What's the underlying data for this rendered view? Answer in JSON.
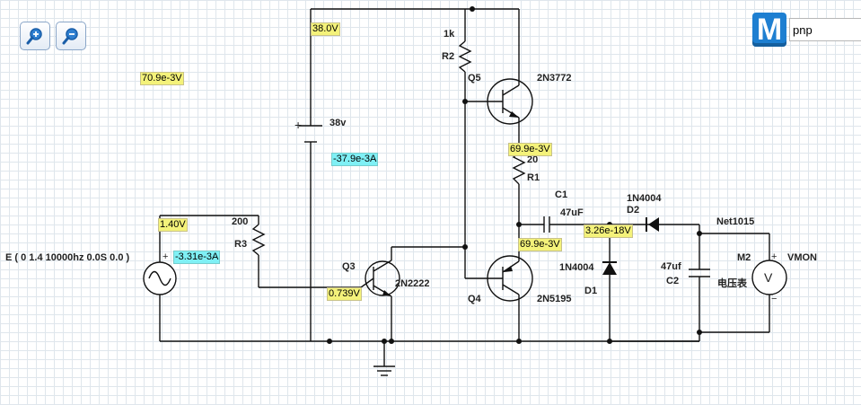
{
  "toolbar": {
    "zoom_in_icon": "zoom-in-icon",
    "zoom_out_icon": "zoom-out-icon"
  },
  "logo": {
    "text": "M"
  },
  "search": {
    "value": "pnp"
  },
  "probes": {
    "v_top": "38.0V",
    "v_float": "70.9e-3V",
    "i_battery": "-37.9e-3A",
    "v_source": "1.40V",
    "i_source": "-3.31e-3A",
    "v_q3_base": "0.739V",
    "v_r1_top": "69.9e-3V",
    "v_q4": "69.9e-3V",
    "v_d2": "3.26e-18V"
  },
  "components": {
    "r2_value": "1k",
    "r2_name": "R2",
    "q5_name": "Q5",
    "q5_model": "2N3772",
    "battery_value": "38v",
    "r1_value": "20",
    "r1_name": "R1",
    "c1_name": "C1",
    "c1_value": "47uF",
    "d2_model": "1N4004",
    "d2_name": "D2",
    "net_label": "Net1015",
    "r3_value": "200",
    "r3_name": "R3",
    "source_label": "E ( 0 1.4 10000hz 0.0S 0.0 )",
    "q3_name": "Q3",
    "q3_model": "2N2222",
    "d1_model": "1N4004",
    "d1_name": "D1",
    "q4_name": "Q4",
    "q4_model": "2N5195",
    "c2_value": "47uf",
    "c2_name": "C2",
    "m2_name": "M2",
    "vmon": "VMON",
    "meter_label": "电压表",
    "meter_symbol": "V",
    "plus": "+",
    "minus": "−",
    "batt_plus": "+"
  }
}
